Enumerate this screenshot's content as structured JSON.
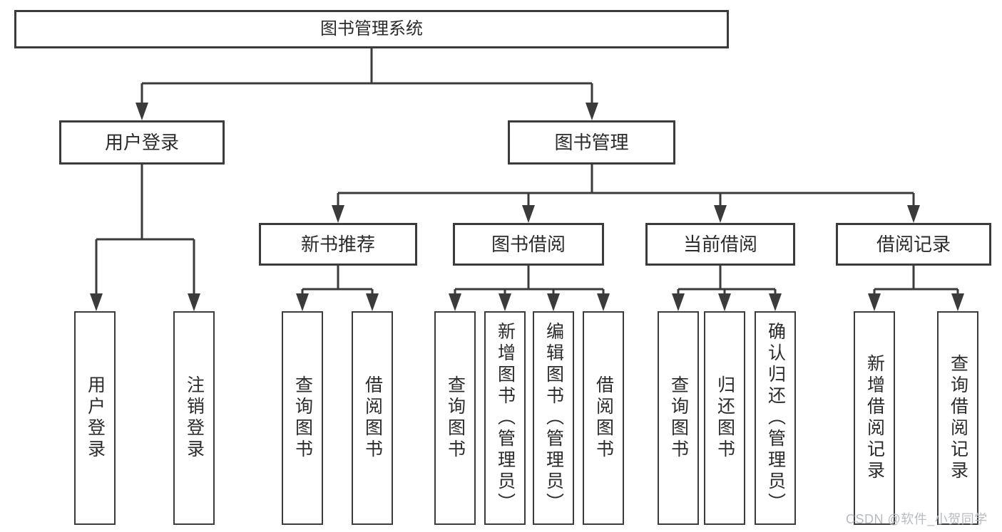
{
  "diagram": {
    "root": {
      "label": "图书管理系统"
    },
    "level2": {
      "user_login": {
        "label": "用户登录"
      },
      "book_mgmt": {
        "label": "图书管理"
      }
    },
    "level3": {
      "new_book_rec": {
        "label": "新书推荐"
      },
      "book_borrow": {
        "label": "图书借阅"
      },
      "current_borrow": {
        "label": "当前借阅"
      },
      "borrow_records": {
        "label": "借阅记录"
      }
    },
    "leaves": {
      "user_login": {
        "label": "用户登录"
      },
      "logout": {
        "label": "注销登录"
      },
      "query_books_rec": {
        "label": "查询图书"
      },
      "borrow_books_rec": {
        "label": "借阅图书"
      },
      "query_books_bor": {
        "label": "查询图书"
      },
      "add_books_admin": {
        "label": "新增图书（管理员）"
      },
      "edit_books_admin": {
        "label": "编辑图书（管理员）"
      },
      "borrow_books": {
        "label": "借阅图书"
      },
      "query_books_cur": {
        "label": "查询图书"
      },
      "return_books": {
        "label": "归还图书"
      },
      "confirm_return_admin": {
        "label": "确认归还（管理员）"
      },
      "add_borrow_record": {
        "label": "新增借阅记录"
      },
      "query_borrow_record": {
        "label": "查询借阅记录"
      }
    },
    "colors": {
      "line": "#3b3b3b",
      "text": "#2b2b2b",
      "background": "#ffffff",
      "watermark_text": "#b7bbc2"
    }
  },
  "watermark": {
    "text": "CSDN @软件_小贺同学"
  }
}
